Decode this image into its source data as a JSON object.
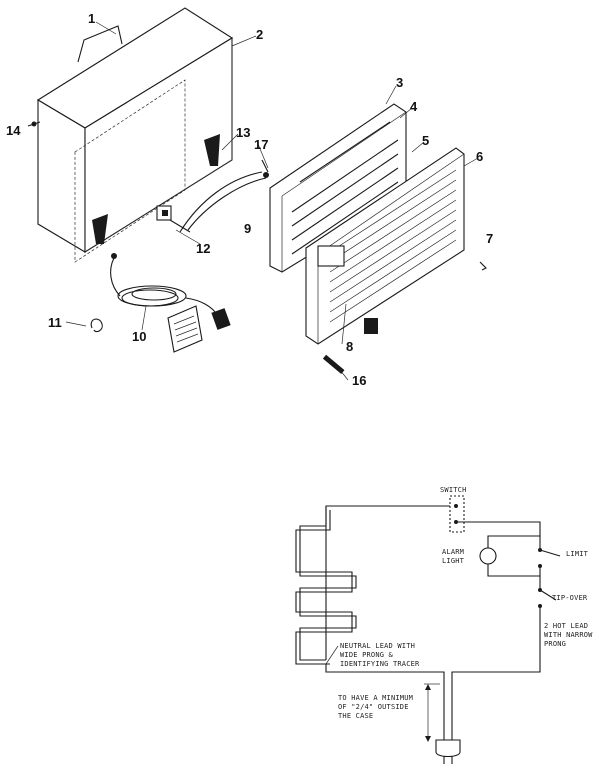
{
  "callouts": [
    "1",
    "2",
    "3",
    "4",
    "5",
    "6",
    "7",
    "8",
    "9",
    "10",
    "11",
    "12",
    "13",
    "14",
    "16",
    "17"
  ],
  "schematic": {
    "switch": "SWITCH",
    "alarm_light": "ALARM\nLIGHT",
    "limit": "LIMIT",
    "tip_over": "TIP-OVER",
    "hot_lead": "2 HOT LEAD\nWITH NARROW\nPRONG",
    "neutral_lead": "NEUTRAL LEAD WITH\nWIDE PRONG &\nIDENTIFYING TRACER",
    "min_length": "TO HAVE A MINIMUM\nOF \"2/4\" OUTSIDE\nTHE CASE"
  }
}
